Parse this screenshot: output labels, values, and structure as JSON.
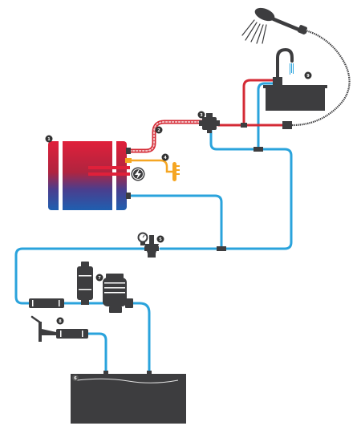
{
  "colors": {
    "hot_water": "#d42a35",
    "cold_water": "#2aa3dc",
    "component_dark": "#3d3d3f",
    "heater_red": "#e0203a",
    "heater_blue": "#1f5fb0",
    "electric": "#f5a623",
    "badge": "#333333",
    "badge_text": "#ffffff"
  },
  "callouts": [
    {
      "label": "1",
      "component": "water-heater"
    },
    {
      "label": "2",
      "component": "insulated-hot-pipe"
    },
    {
      "label": "3",
      "component": "mixing-valve"
    },
    {
      "label": "4",
      "component": "heating-element"
    },
    {
      "label": "5",
      "component": "pressure-reducer"
    },
    {
      "label": "6",
      "component": "water-tank"
    },
    {
      "label": "7",
      "component": "water-pump"
    },
    {
      "label": "8",
      "component": "inlet-filter"
    },
    {
      "label": "9",
      "component": "sink"
    }
  ]
}
